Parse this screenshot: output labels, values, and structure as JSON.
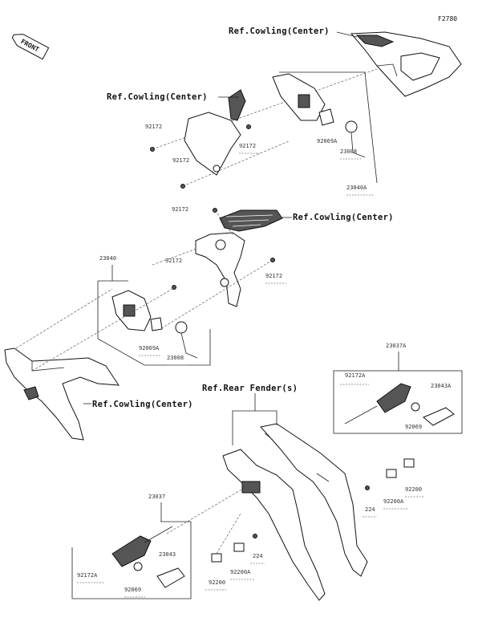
{
  "figure_code": "F2780",
  "front_badge": "FRONT",
  "refs": {
    "cowling_top": "Ref.Cowling(Center)",
    "cowling_left_upper": "Ref.Cowling(Center)",
    "cowling_mid": "Ref.Cowling(Center)",
    "cowling_lower": "Ref.Cowling(Center)",
    "rear_fender": "Ref.Rear Fender(s)"
  },
  "parts": {
    "p92172_a": "92172",
    "p92172_b": "92172",
    "p92172_c": "92172",
    "p92172_d": "92172",
    "p92172_e": "92172",
    "p92172_f": "92172",
    "p92069a_top": "92069A",
    "p23008_top": "23008",
    "p23040a": "23040A",
    "p23040": "23040",
    "p92069a_mid": "92069A",
    "p23008_mid": "23008",
    "p23037a": "23037A",
    "p92172a_right": "92172A",
    "p23043a": "23043A",
    "p92069_right": "92069",
    "p92200": "92200",
    "p92200a_right": "92200A",
    "p224_right": "224",
    "p23037": "23037",
    "p23043": "23043",
    "p92172a_left": "92172A",
    "p92069_left": "92069",
    "p224_left": "224",
    "p92200a_left": "92200A",
    "p92200_left": "92200"
  }
}
